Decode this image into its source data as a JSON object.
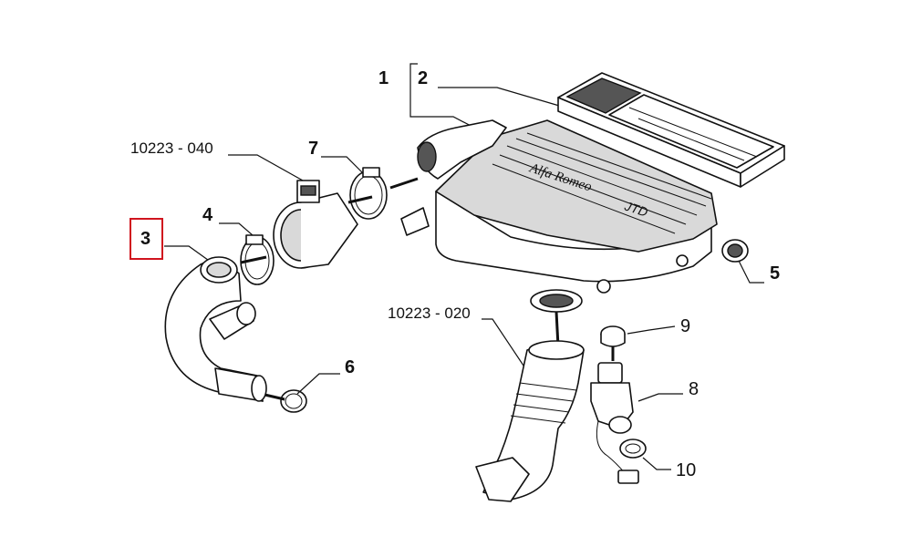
{
  "diagram": {
    "labels": {
      "p1": "1",
      "p2": "2",
      "p3": "3",
      "p4": "4",
      "p5": "5",
      "p6": "6",
      "p7": "7",
      "p8": "8",
      "p9": "9",
      "p10": "10",
      "ref_sensor": "10223 - 040",
      "ref_duct": "10223 - 020"
    },
    "highlight": {
      "part": "3",
      "color": "#d0141e"
    },
    "cover_logo": "Alfa Romeo",
    "cover_badge": "JTD"
  }
}
